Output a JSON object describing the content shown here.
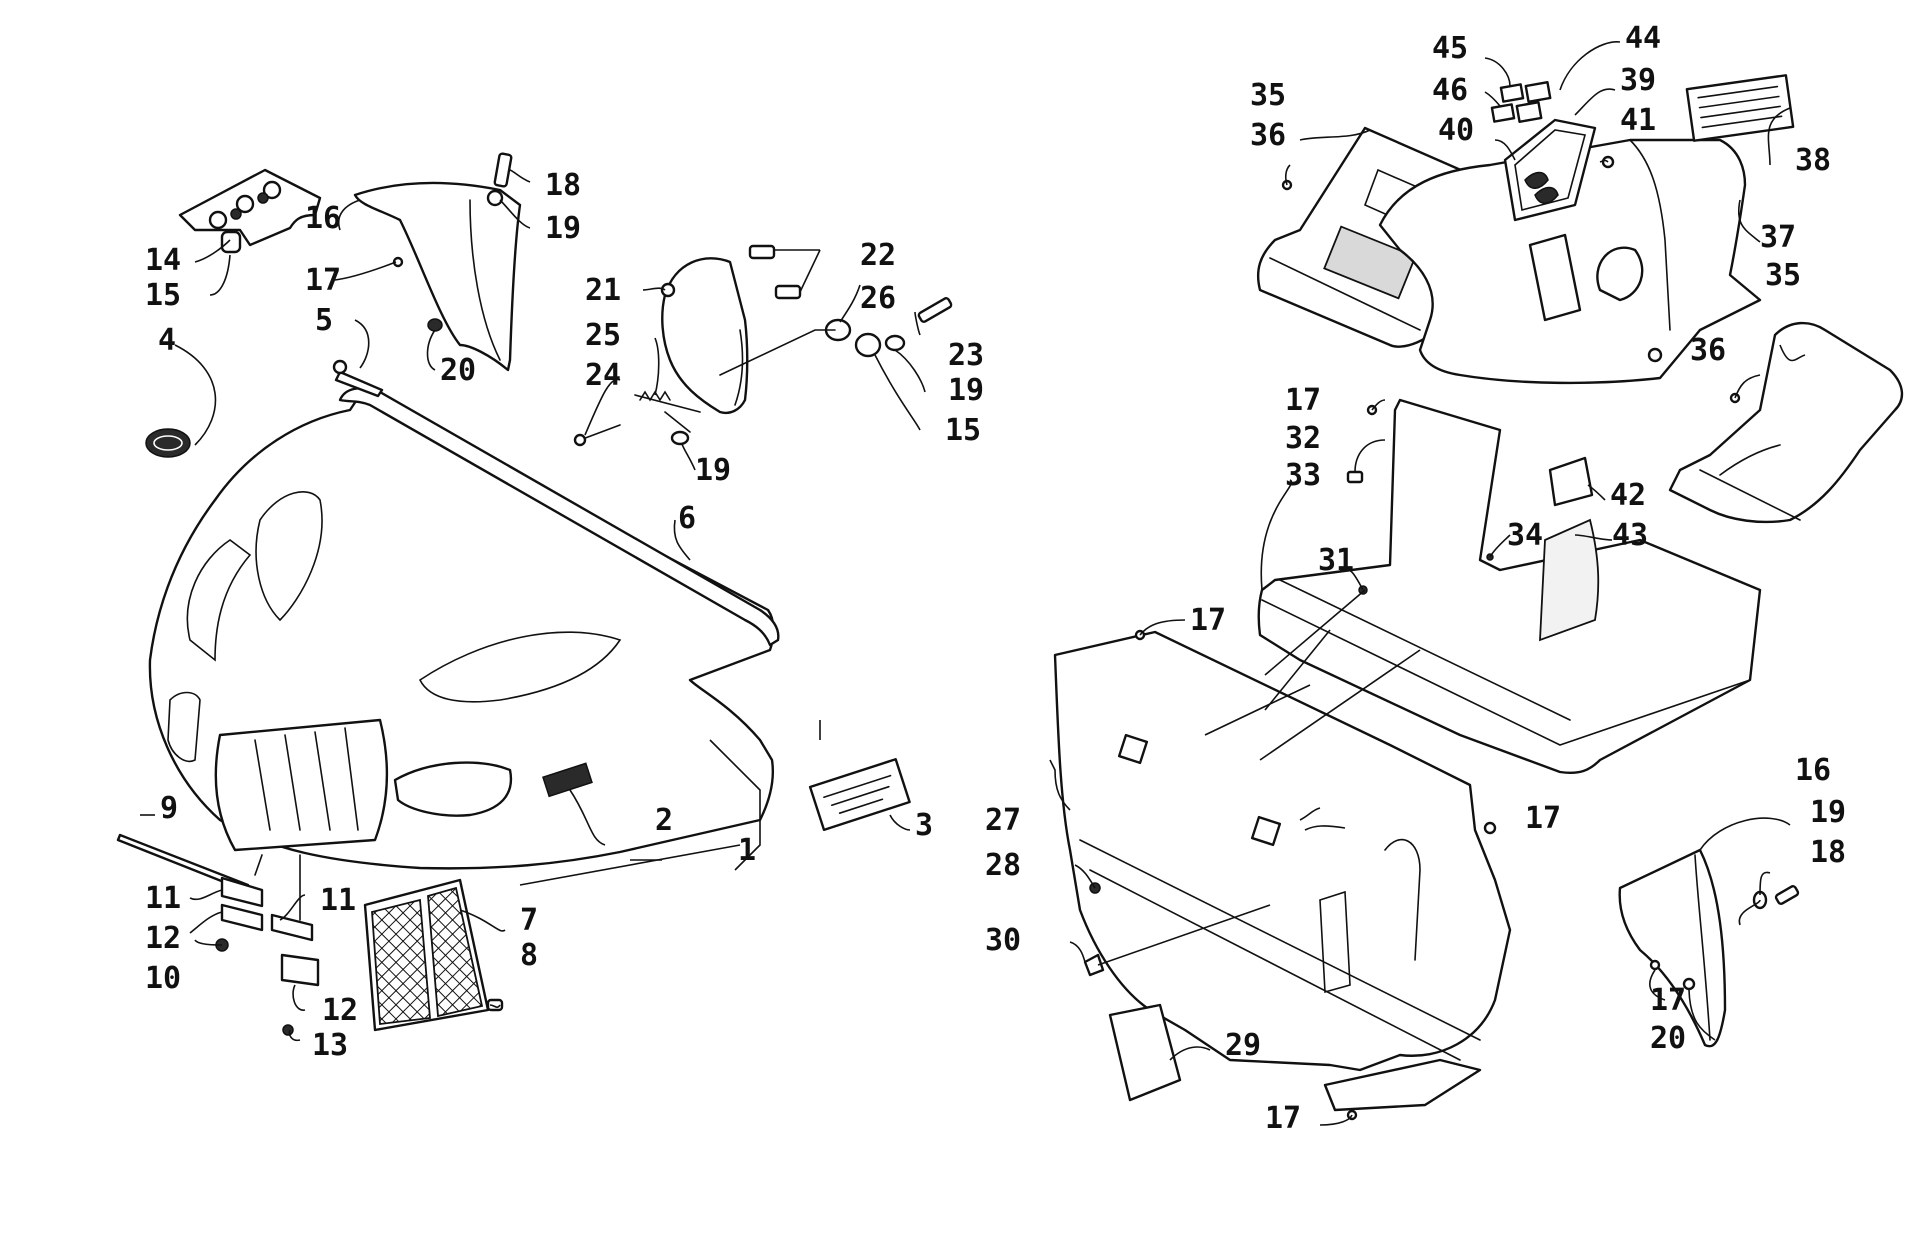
{
  "callouts": [
    {
      "id": "c1",
      "text": "1"
    },
    {
      "id": "c2",
      "text": "2"
    },
    {
      "id": "c3",
      "text": "3"
    },
    {
      "id": "c4",
      "text": "4"
    },
    {
      "id": "c5",
      "text": "5"
    },
    {
      "id": "c6",
      "text": "6"
    },
    {
      "id": "c7",
      "text": "7"
    },
    {
      "id": "c8",
      "text": "8"
    },
    {
      "id": "c9",
      "text": "9"
    },
    {
      "id": "c10",
      "text": "10"
    },
    {
      "id": "c11a",
      "text": "11"
    },
    {
      "id": "c11b",
      "text": "11"
    },
    {
      "id": "c12a",
      "text": "12"
    },
    {
      "id": "c12b",
      "text": "12"
    },
    {
      "id": "c13",
      "text": "13"
    },
    {
      "id": "c14",
      "text": "14"
    },
    {
      "id": "c15a",
      "text": "15"
    },
    {
      "id": "c15b",
      "text": "15"
    },
    {
      "id": "c16a",
      "text": "16"
    },
    {
      "id": "c16b",
      "text": "16"
    },
    {
      "id": "c17a",
      "text": "17"
    },
    {
      "id": "c17b",
      "text": "17"
    },
    {
      "id": "c17c",
      "text": "17"
    },
    {
      "id": "c17d",
      "text": "17"
    },
    {
      "id": "c17e",
      "text": "17"
    },
    {
      "id": "c17f",
      "text": "17"
    },
    {
      "id": "c18a",
      "text": "18"
    },
    {
      "id": "c18b",
      "text": "18"
    },
    {
      "id": "c19a",
      "text": "19"
    },
    {
      "id": "c19b",
      "text": "19"
    },
    {
      "id": "c19c",
      "text": "19"
    },
    {
      "id": "c19d",
      "text": "19"
    },
    {
      "id": "c20a",
      "text": "20"
    },
    {
      "id": "c20b",
      "text": "20"
    },
    {
      "id": "c21",
      "text": "21"
    },
    {
      "id": "c22",
      "text": "22"
    },
    {
      "id": "c23",
      "text": "23"
    },
    {
      "id": "c24",
      "text": "24"
    },
    {
      "id": "c25",
      "text": "25"
    },
    {
      "id": "c26",
      "text": "26"
    },
    {
      "id": "c27",
      "text": "27"
    },
    {
      "id": "c28",
      "text": "28"
    },
    {
      "id": "c29",
      "text": "29"
    },
    {
      "id": "c30",
      "text": "30"
    },
    {
      "id": "c31",
      "text": "31"
    },
    {
      "id": "c32",
      "text": "32"
    },
    {
      "id": "c33",
      "text": "33"
    },
    {
      "id": "c34",
      "text": "34"
    },
    {
      "id": "c35a",
      "text": "35"
    },
    {
      "id": "c35b",
      "text": "35"
    },
    {
      "id": "c36a",
      "text": "36"
    },
    {
      "id": "c36b",
      "text": "36"
    },
    {
      "id": "c37",
      "text": "37"
    },
    {
      "id": "c38",
      "text": "38"
    },
    {
      "id": "c39",
      "text": "39"
    },
    {
      "id": "c40",
      "text": "40"
    },
    {
      "id": "c41",
      "text": "41"
    },
    {
      "id": "c42",
      "text": "42"
    },
    {
      "id": "c43",
      "text": "43"
    },
    {
      "id": "c44",
      "text": "44"
    },
    {
      "id": "c45",
      "text": "45"
    },
    {
      "id": "c46",
      "text": "46"
    }
  ],
  "colors": {
    "ink": "#111111",
    "background": "#ffffff"
  }
}
